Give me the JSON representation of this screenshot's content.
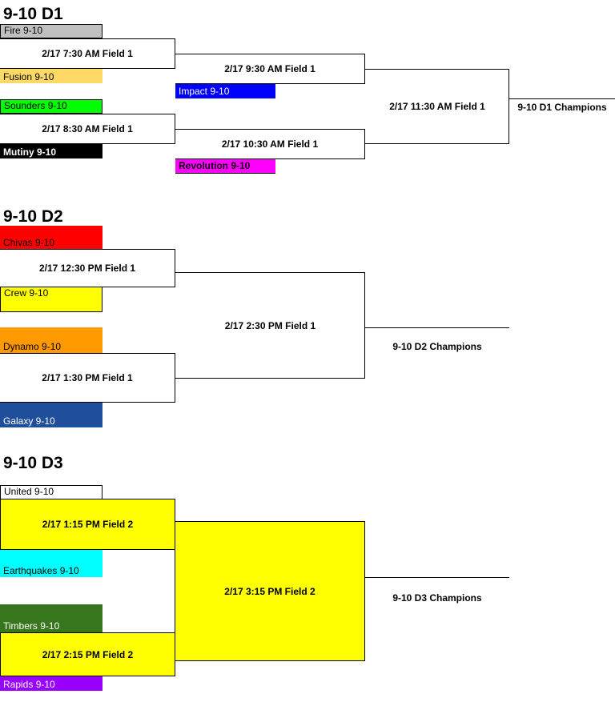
{
  "brackets": {
    "d1": {
      "title": "9-10 D1",
      "teams": {
        "fire": "Fire 9-10",
        "fusion": "Fusion 9-10",
        "sounders": "Sounders 9-10",
        "mutiny": "Mutiny 9-10",
        "impact": "Impact 9-10",
        "revolution": "Revolution 9-10"
      },
      "games": {
        "g1": "2/17 7:30 AM Field 1",
        "g2": "2/17 8:30 AM Field 1",
        "g3": "2/17 9:30 AM Field 1",
        "g4": "2/17 10:30 AM Field 1",
        "final": "2/17 11:30 AM Field 1"
      },
      "champions": "9-10 D1 Champions"
    },
    "d2": {
      "title": "9-10 D2",
      "teams": {
        "chivas": "Chivas 9-10",
        "crew": "Crew 9-10",
        "dynamo": "Dynamo 9-10",
        "galaxy": "Galaxy 9-10"
      },
      "games": {
        "g1": "2/17 12:30 PM Field 1",
        "g2": "2/17 1:30 PM Field 1",
        "final": "2/17 2:30 PM Field 1"
      },
      "champions": "9-10 D2 Champions"
    },
    "d3": {
      "title": "9-10 D3",
      "teams": {
        "united": "United 9-10",
        "earthquakes": "Earthquakes 9-10",
        "timbers": "Timbers 9-10",
        "rapids": "Rapids 9-10"
      },
      "games": {
        "g1": "2/17 1:15 PM Field 2",
        "g2": "2/17 2:15 PM Field 2",
        "final": "2/17 3:15 PM Field 2"
      },
      "champions": "9-10 D3 Champions"
    }
  },
  "colors": {
    "fire": "#c0c0c0",
    "fusion": "#ffd966",
    "sounders": "#00ff00",
    "mutiny": "#000000",
    "impact": "#0000ff",
    "revolution": "#ff00ff",
    "chivas": "#ff0000",
    "crew": "#ffff00",
    "dynamo": "#ff9900",
    "galaxy": "#1f4e9a",
    "united": "#ffffff",
    "earthquakes": "#00ffff",
    "timbers": "#38761d",
    "rapids": "#9900ff",
    "d3_game": "#ffff00"
  }
}
